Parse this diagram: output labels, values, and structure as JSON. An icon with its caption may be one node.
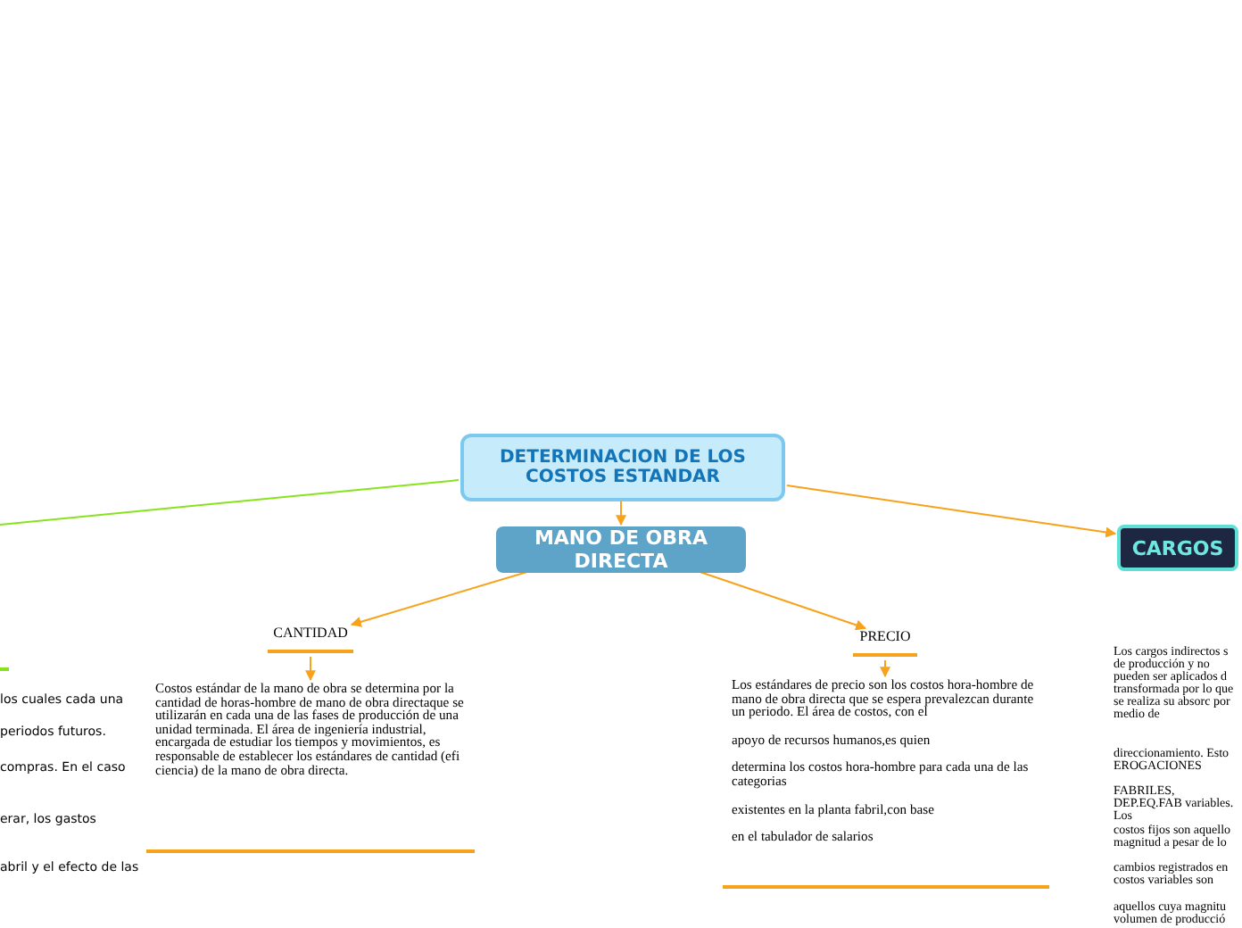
{
  "diagram": {
    "nodes": [
      {
        "text": [
          "DETERMINACION DE LOS COSTOS ESTANDAR"
        ]
      },
      {
        "text": [
          "MANO DE OBRA DIRECTA"
        ]
      },
      {
        "text": [
          "CANTIDAD"
        ]
      },
      {
        "text": [
          "Costos estándar de la mano de obra se determina por la cantidad de horas-hombre de mano de obra directaque se utilizarán en cada una de las fases de producción de una unidad terminada. El área de ingeniería industrial, encargada de estudiar los tiempos y movimientos, es responsable de establecer los estándares de cantidad (efi ciencia) de la mano de obra directa."
        ]
      },
      {
        "text": [
          "PRECIO"
        ]
      },
      {
        "text": [
          "Los estándares de precio son los costos hora-hombre de mano de obra directa que se espera prevalezcan durante un periodo. El área de costos, con el",
          "apoyo de recursos humanos,es quien",
          "determina los costos hora-hombre para cada una de las categorias",
          "existentes en la planta fabril,con base",
          "en el tabulador de salarios"
        ]
      },
      {
        "text": [
          "CARGOS"
        ]
      }
    ],
    "edges": [
      {
        "from": 0,
        "to": 1,
        "arrow": "to"
      },
      {
        "from": 1,
        "to": 2,
        "arrow": "to"
      },
      {
        "from": 2,
        "to": 3,
        "arrow": "to"
      },
      {
        "from": 1,
        "to": 4,
        "arrow": "to"
      },
      {
        "from": 4,
        "to": 5,
        "arrow": "to"
      },
      {
        "from": 0,
        "to": 6,
        "arrow": "to"
      },
      {
        "from": 0,
        "to": null,
        "arrow": "none",
        "color": "#88e31c"
      }
    ],
    "labels": [
      "los cuales cada una",
      "periodos futuros.",
      "compras. En el caso",
      "erar, los gastos",
      "abril y el efecto de las",
      "Los cargos indirectos s de producción y no pueden ser aplicados d transformada por lo que se realiza su absorc por medio de",
      "direccionamiento. Esto EROGACIONES",
      "FABRILES, DEP.EQ.FAB variables. Los",
      "costos fijos son aquello magnitud a pesar de lo",
      "cambios registrados en costos variables son",
      "aquellos cuya magnitu volumen de producció"
    ]
  }
}
